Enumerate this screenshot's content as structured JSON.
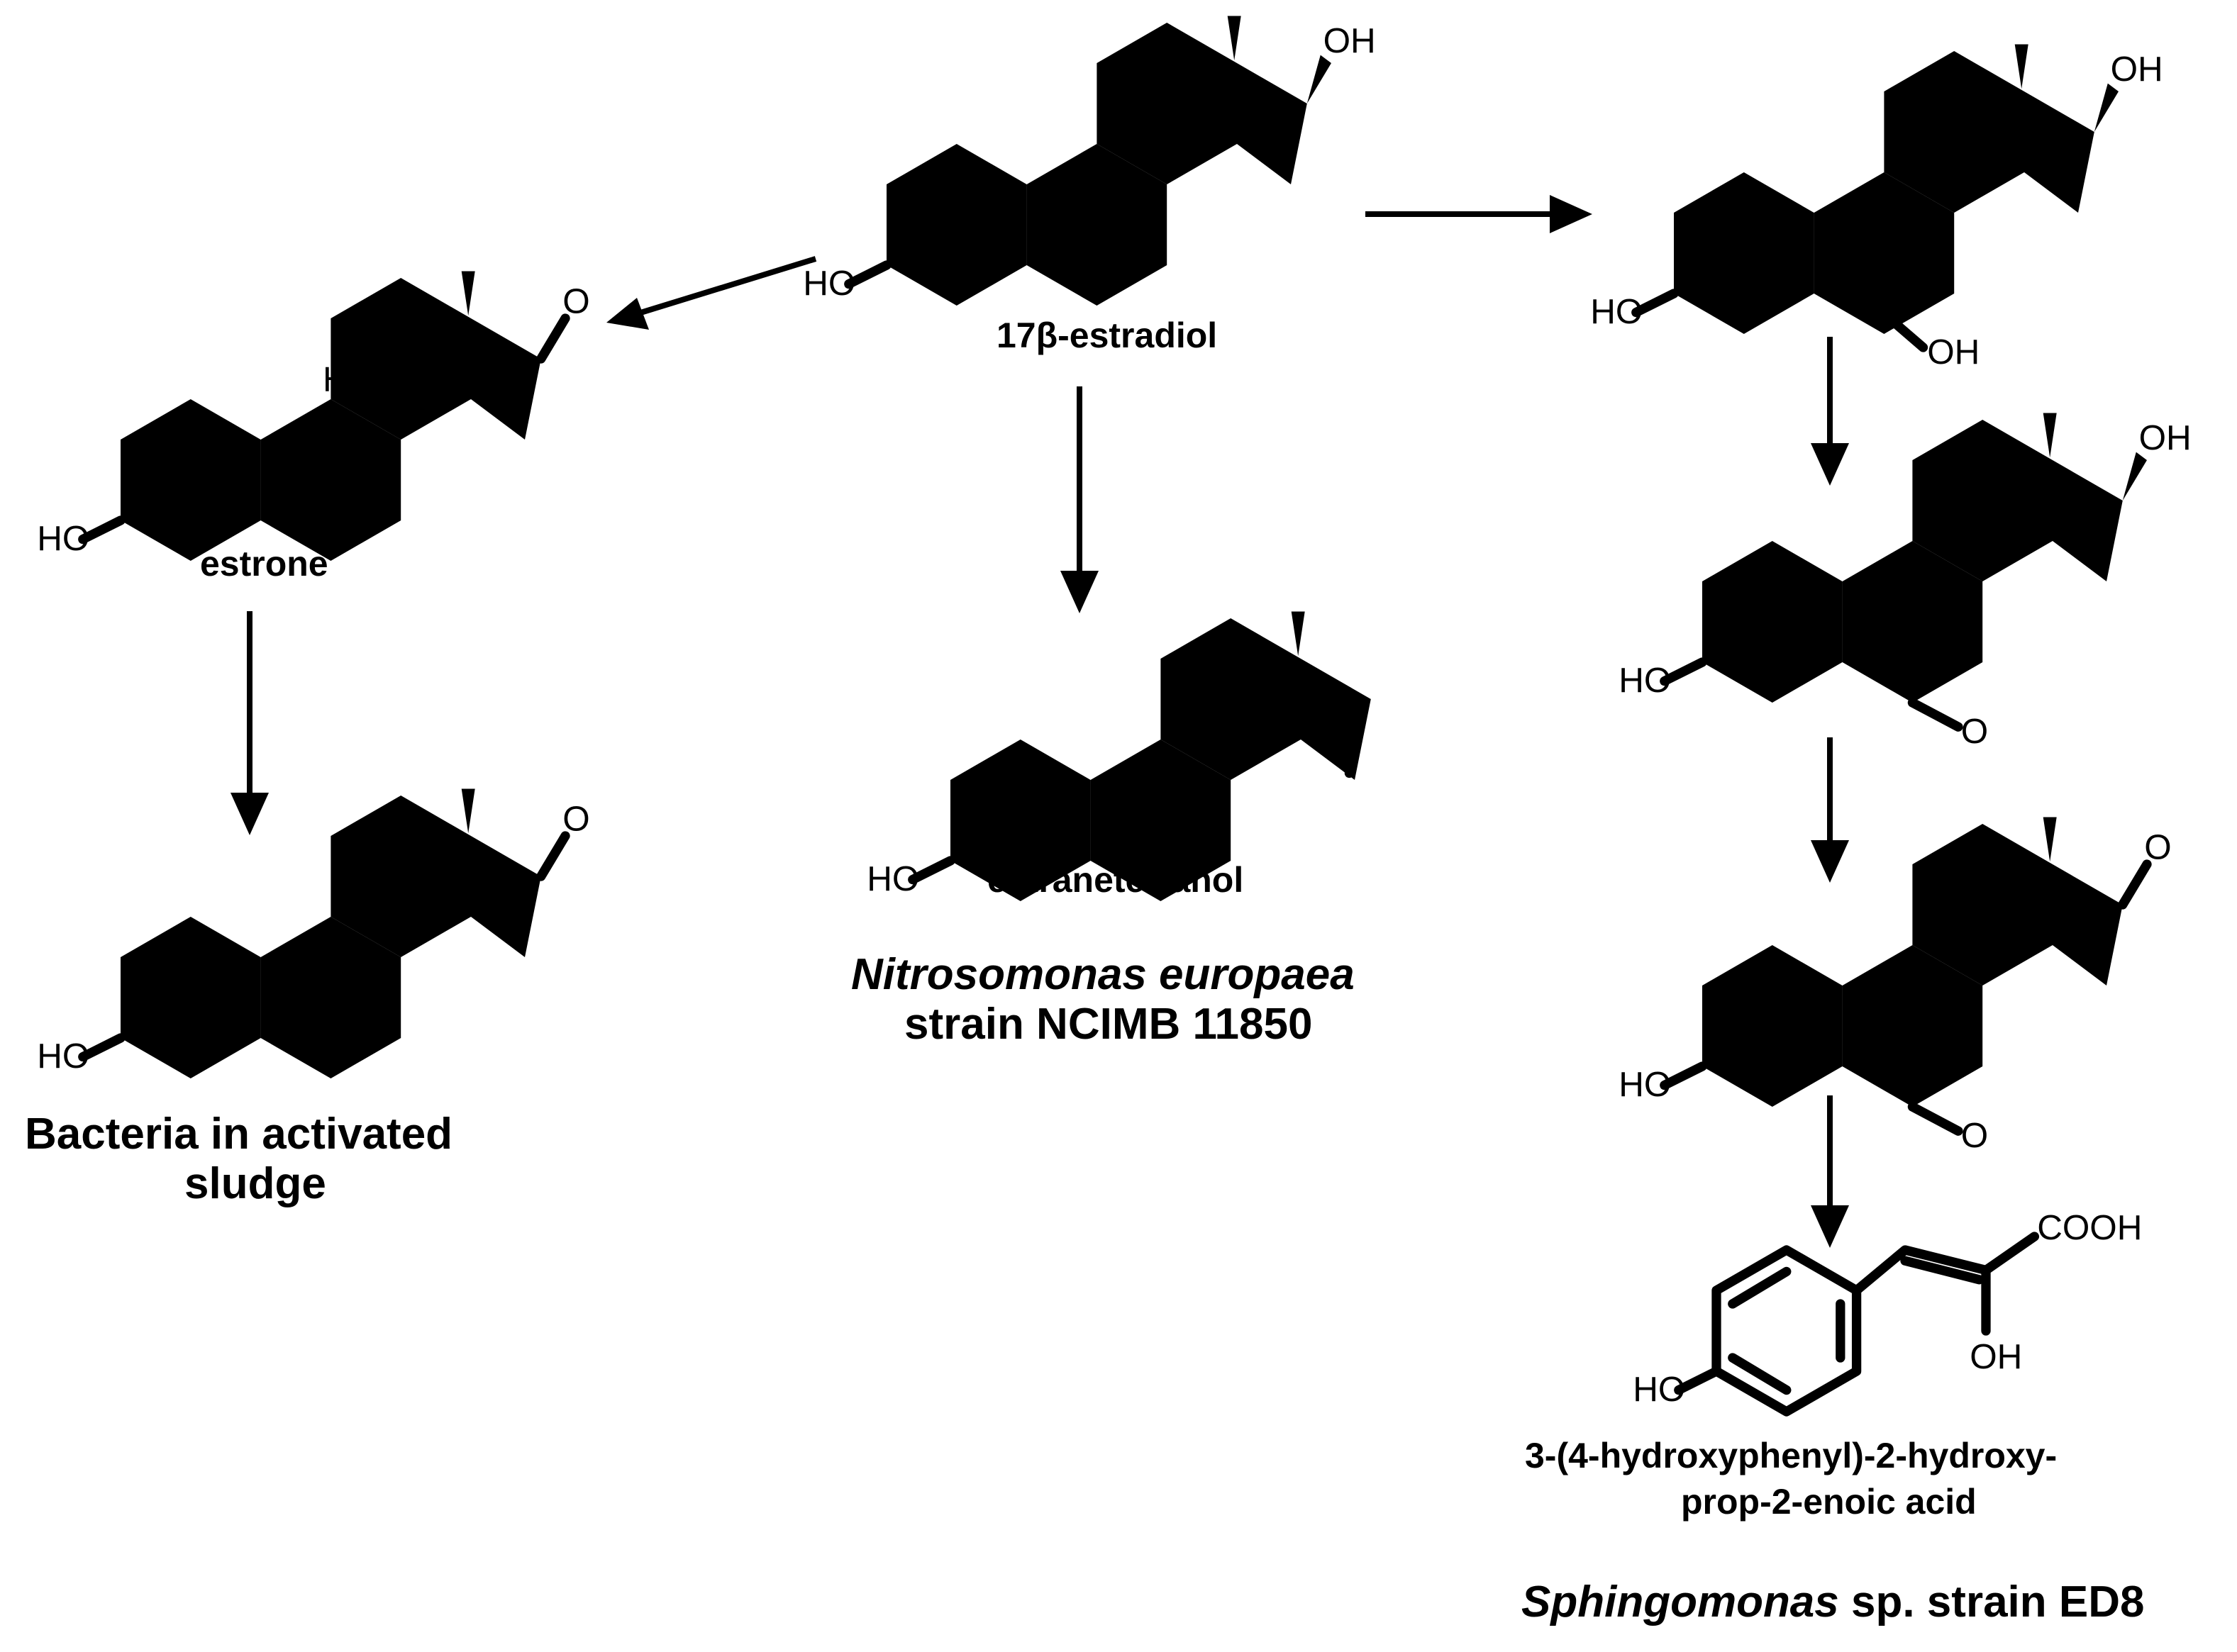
{
  "compounds": {
    "estradiol": "17β-estradiol",
    "estrone": "estrone",
    "estranetetranol": "estranetetranol",
    "acid_line1": "3-(4-hydroxyphenyl)-2-hydroxy-",
    "acid_line2": "prop-2-enoic acid"
  },
  "organisms": {
    "sludge_line1": "Bacteria in activated",
    "sludge_line2": "sludge",
    "nitrosomonas_genus": "Nitrosomonas europaea",
    "nitrosomonas_strain": "strain NCIMB 11850",
    "sphingo_genus": "Sphingomonas",
    "sphingo_rest": " sp. strain ED8"
  },
  "atoms": {
    "oh": "OH",
    "ho": "HO",
    "o": "O",
    "h": "H",
    "cooh": "COOH"
  }
}
